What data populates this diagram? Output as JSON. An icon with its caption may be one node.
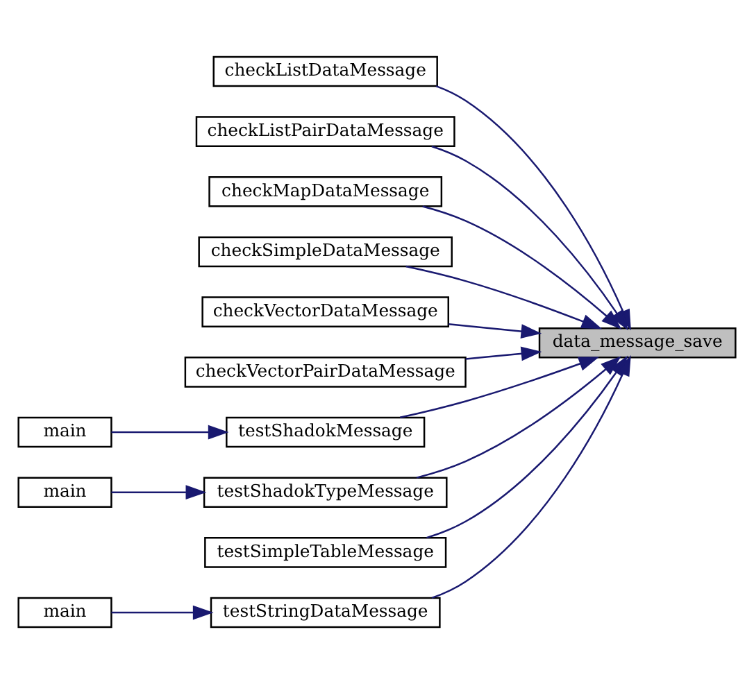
{
  "diagram": {
    "nodes": [
      {
        "text": [
          "data_message_save"
        ]
      },
      {
        "text": [
          "checkListDataMessage"
        ]
      },
      {
        "text": [
          "checkListPairDataMessage"
        ]
      },
      {
        "text": [
          "checkMapDataMessage"
        ]
      },
      {
        "text": [
          "checkSimpleDataMessage"
        ]
      },
      {
        "text": [
          "checkVectorDataMessage"
        ]
      },
      {
        "text": [
          "checkVectorPairDataMessage"
        ]
      },
      {
        "text": [
          "testShadokMessage"
        ]
      },
      {
        "text": [
          "testShadokTypeMessage"
        ]
      },
      {
        "text": [
          "testSimpleTableMessage"
        ]
      },
      {
        "text": [
          "testStringDataMessage"
        ]
      },
      {
        "text": [
          "main"
        ]
      },
      {
        "text": [
          "main"
        ]
      },
      {
        "text": [
          "main"
        ]
      }
    ],
    "edges": [
      {
        "from": 1,
        "to": 0,
        "arrow": "to"
      },
      {
        "from": 2,
        "to": 0,
        "arrow": "to"
      },
      {
        "from": 3,
        "to": 0,
        "arrow": "to"
      },
      {
        "from": 4,
        "to": 0,
        "arrow": "to"
      },
      {
        "from": 5,
        "to": 0,
        "arrow": "to"
      },
      {
        "from": 6,
        "to": 0,
        "arrow": "to"
      },
      {
        "from": 7,
        "to": 0,
        "arrow": "to"
      },
      {
        "from": 8,
        "to": 0,
        "arrow": "to"
      },
      {
        "from": 9,
        "to": 0,
        "arrow": "to"
      },
      {
        "from": 10,
        "to": 0,
        "arrow": "to"
      },
      {
        "from": 11,
        "to": 7,
        "arrow": "to"
      },
      {
        "from": 12,
        "to": 8,
        "arrow": "to"
      },
      {
        "from": 13,
        "to": 10,
        "arrow": "to"
      }
    ]
  }
}
